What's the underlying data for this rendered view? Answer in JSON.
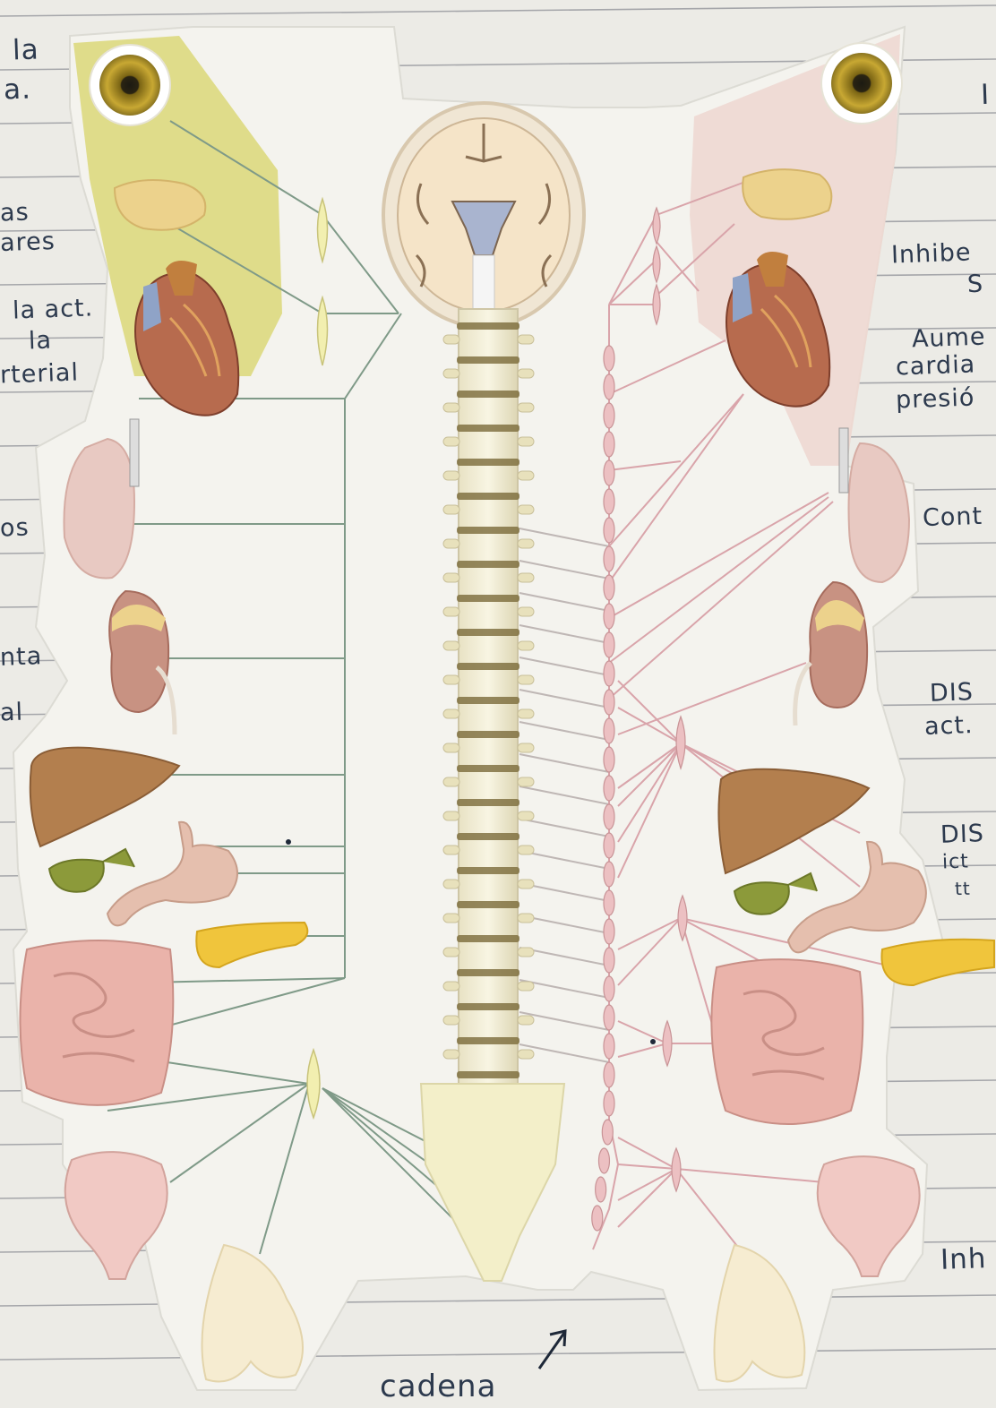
{
  "left_notes": [
    "la",
    "a.",
    "as",
    "ares",
    "la act.",
    "la",
    "rterial",
    "os",
    "nta",
    "al"
  ],
  "right_notes": [
    "I",
    "Inhibe",
    "S",
    "Aume",
    "cardia",
    "presió",
    "Cont",
    "DIS",
    "act.",
    "DIS",
    "ict",
    "tt",
    "Inh"
  ],
  "bottom_label": "cadena",
  "colors": {
    "paper": "#f4f3ee",
    "parasympathetic_panel": "#d8d468",
    "sympathetic_panel": "#eed8d2",
    "parasympathetic_nerve": "#6f9a8c",
    "sympathetic_nerve": "#d79aa0",
    "ink": "#2d3a4e",
    "heading": "#e58a3b"
  },
  "icons": {
    "eye": "eye-icon",
    "lacrimal_gland": "gland-icon",
    "heart": "heart-icon",
    "lung": "lung-icon",
    "kidney": "kidney-icon",
    "liver": "liver-icon",
    "gallbladder": "gallbladder-icon",
    "stomach": "stomach-icon",
    "pancreas": "pancreas-icon",
    "intestine": "intestine-icon",
    "bladder": "bladder-icon",
    "genitals": "genital-icon",
    "brain": "brain-icon",
    "spine": "spine-icon",
    "sympathetic_chain": "ganglion-chain-icon"
  }
}
